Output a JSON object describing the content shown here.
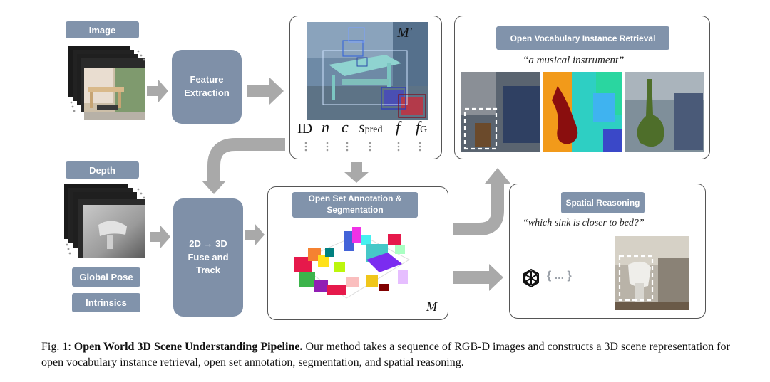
{
  "inputs": {
    "image_label": "Image",
    "depth_label": "Depth",
    "global_pose_label": "Global Pose",
    "intrinsics_label": "Intrinsics"
  },
  "steps": {
    "feature_extraction": "Feature Extraction",
    "fuse_track": "2D → 3D Fuse and Track"
  },
  "map_panel": {
    "map_label": "M′",
    "columns": [
      "ID",
      "n",
      "c",
      "s",
      "f",
      "f"
    ],
    "col_subs": [
      "",
      "",
      "",
      "pred",
      "",
      "G"
    ]
  },
  "annotation_panel": {
    "title": "Open Set Annotation & Segmentation",
    "map_label": "M"
  },
  "retrieval_panel": {
    "title": "Open Vocabulary Instance Retrieval",
    "query": "“a musical instrument”"
  },
  "spatial_panel": {
    "title": "Spatial Reasoning",
    "query": "“which sink is closer to bed?”",
    "llm_output": "{ ... }"
  },
  "caption": {
    "prefix": "Fig. 1: ",
    "title": "Open World 3D Scene Understanding Pipeline.",
    "body": " Our method takes a sequence of RGB-D images and constructs a 3D scene representation for open vocabulary instance retrieval, open set annotation, segmentation, and spatial reasoning."
  },
  "colors": {
    "label_fill": "#8193ab",
    "process_fill": "#7f90a8",
    "arrow": "#a9a9a9",
    "panel_border": "#555555"
  }
}
